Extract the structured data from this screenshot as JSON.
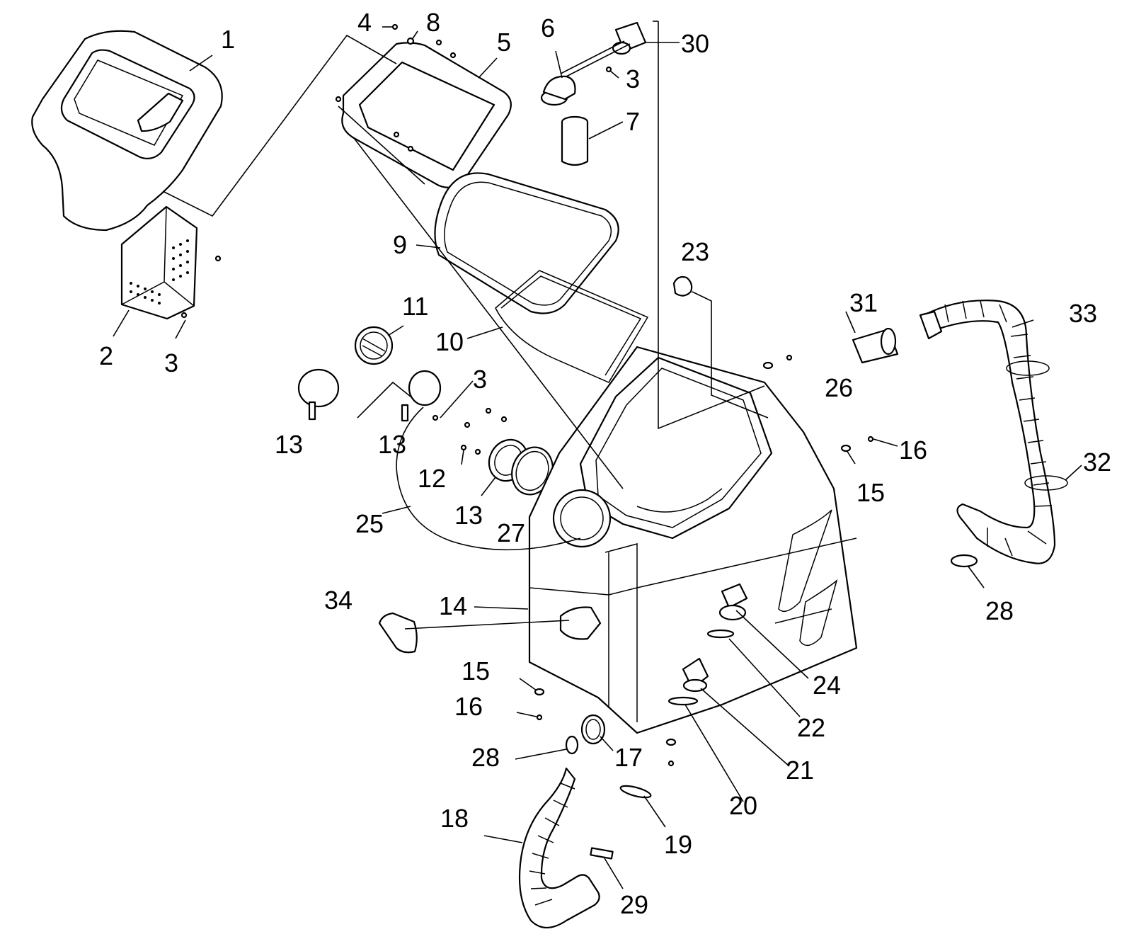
{
  "callouts": [
    {
      "id": "c1",
      "text": "1"
    },
    {
      "id": "c2",
      "text": "2"
    },
    {
      "id": "c3a",
      "text": "3"
    },
    {
      "id": "c4",
      "text": "4"
    },
    {
      "id": "c8",
      "text": "8"
    },
    {
      "id": "c5",
      "text": "5"
    },
    {
      "id": "c6",
      "text": "6"
    },
    {
      "id": "c30",
      "text": "30"
    },
    {
      "id": "c3b",
      "text": "3"
    },
    {
      "id": "c7",
      "text": "7"
    },
    {
      "id": "c9",
      "text": "9"
    },
    {
      "id": "c10",
      "text": "10"
    },
    {
      "id": "c11",
      "text": "11"
    },
    {
      "id": "c13a",
      "text": "13"
    },
    {
      "id": "c13b",
      "text": "13"
    },
    {
      "id": "c3c",
      "text": "3"
    },
    {
      "id": "c12",
      "text": "12"
    },
    {
      "id": "c13c",
      "text": "13"
    },
    {
      "id": "c27",
      "text": "27"
    },
    {
      "id": "c25",
      "text": "25"
    },
    {
      "id": "c23",
      "text": "23"
    },
    {
      "id": "c26",
      "text": "26"
    },
    {
      "id": "c31",
      "text": "31"
    },
    {
      "id": "c33",
      "text": "33"
    },
    {
      "id": "c16a",
      "text": "16"
    },
    {
      "id": "c15a",
      "text": "15"
    },
    {
      "id": "c32",
      "text": "32"
    },
    {
      "id": "c28a",
      "text": "28"
    },
    {
      "id": "c34",
      "text": "34"
    },
    {
      "id": "c14",
      "text": "14"
    },
    {
      "id": "c24",
      "text": "24"
    },
    {
      "id": "c22",
      "text": "22"
    },
    {
      "id": "c15b",
      "text": "15"
    },
    {
      "id": "c16b",
      "text": "16"
    },
    {
      "id": "c21",
      "text": "21"
    },
    {
      "id": "c28b",
      "text": "28"
    },
    {
      "id": "c17",
      "text": "17"
    },
    {
      "id": "c20",
      "text": "20"
    },
    {
      "id": "c18",
      "text": "18"
    },
    {
      "id": "c19",
      "text": "19"
    },
    {
      "id": "c29",
      "text": "29"
    }
  ]
}
